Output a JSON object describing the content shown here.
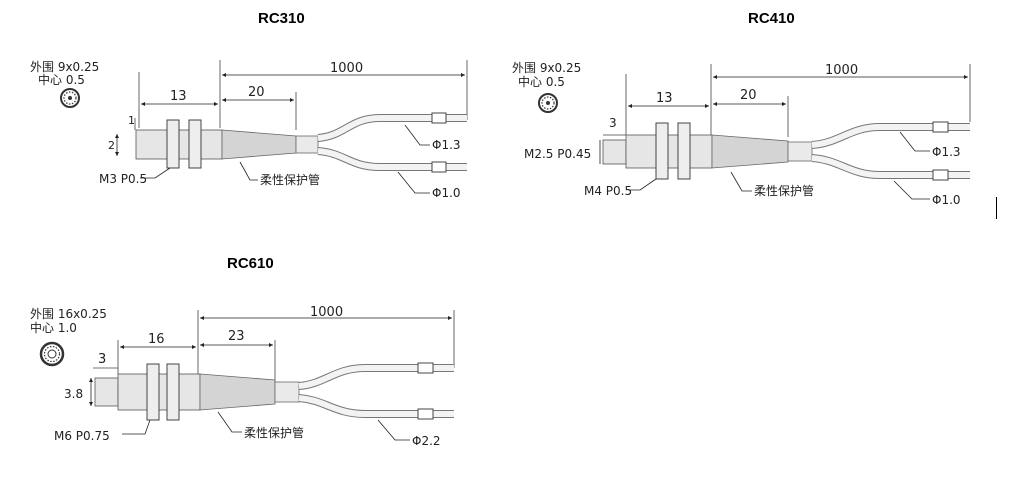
{
  "diagrams": [
    {
      "model": "RC310",
      "outer": "外围 9x0.25",
      "center": "中心 0.5",
      "dim_total": "1000",
      "dim_head": "13",
      "dim_taper": "20",
      "dim_tip_len": "1",
      "dim_dia": "2",
      "thread": "M3 P0.5",
      "tube": "柔性保护管",
      "fiber_a": "Φ1.3",
      "fiber_b": "Φ1.0"
    },
    {
      "model": "RC410",
      "outer": "外围 9x0.25",
      "center": "中心 0.5",
      "dim_total": "1000",
      "dim_head": "13",
      "dim_taper": "20",
      "dim_tip_len": "3",
      "tip_thread": "M2.5 P0.45",
      "thread": "M4 P0.5",
      "tube": "柔性保护管",
      "fiber_a": "Φ1.3",
      "fiber_b": "Φ1.0"
    },
    {
      "model": "RC610",
      "outer": "外围 16x0.25",
      "center": "中心 1.0",
      "dim_total": "1000",
      "dim_head": "16",
      "dim_taper": "23",
      "dim_tip_len": "3",
      "dim_dia": "3.8",
      "thread": "M6 P0.75",
      "tube": "柔性保护管",
      "fiber_b": "Φ2.2"
    }
  ]
}
